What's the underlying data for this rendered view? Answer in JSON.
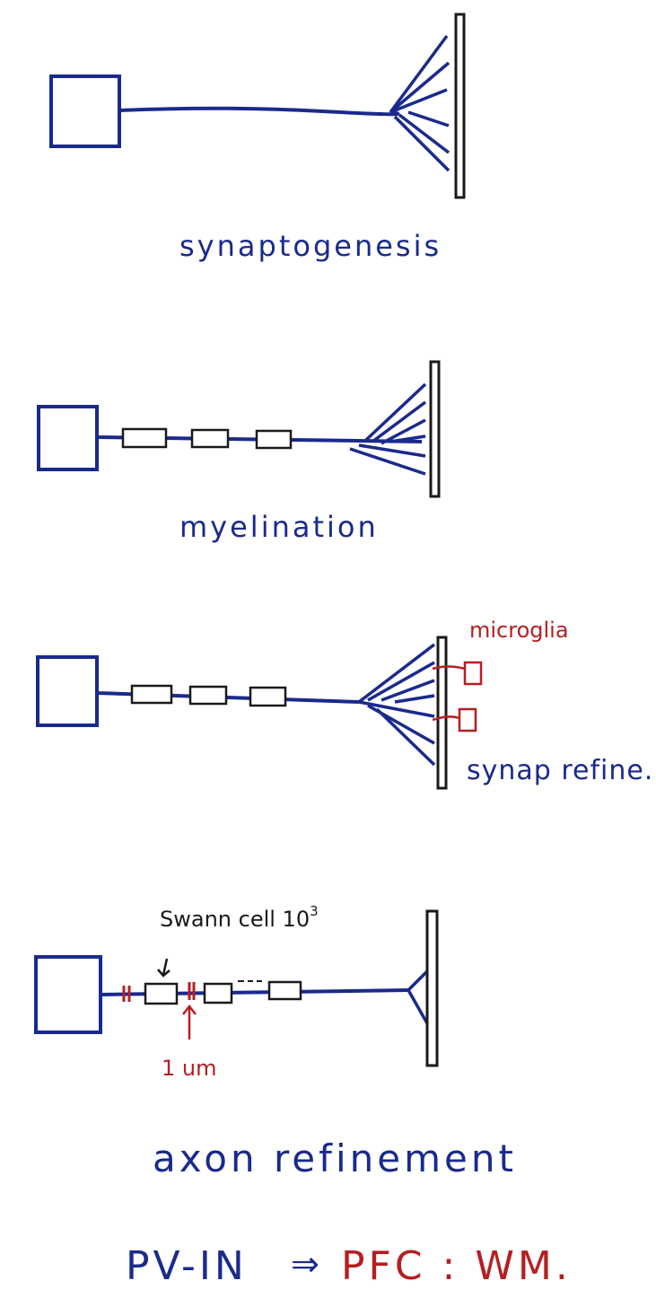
{
  "panels": [
    {
      "caption": "synaptogenesis"
    },
    {
      "caption": "myelination"
    },
    {
      "caption": "synap refine.",
      "note_red": "microglia"
    },
    {
      "caption": "axon refinement",
      "note_black": "Swann cell 10",
      "note_black_superscript": "3",
      "note_red": "1 um"
    }
  ],
  "footer": {
    "left": "PV-IN",
    "arrow": "⇒",
    "right": "PFC : WM."
  },
  "colors": {
    "blue_ink": "#1a2a8c",
    "red_ink": "#b51f22",
    "black_ink": "#1a1a1a"
  }
}
